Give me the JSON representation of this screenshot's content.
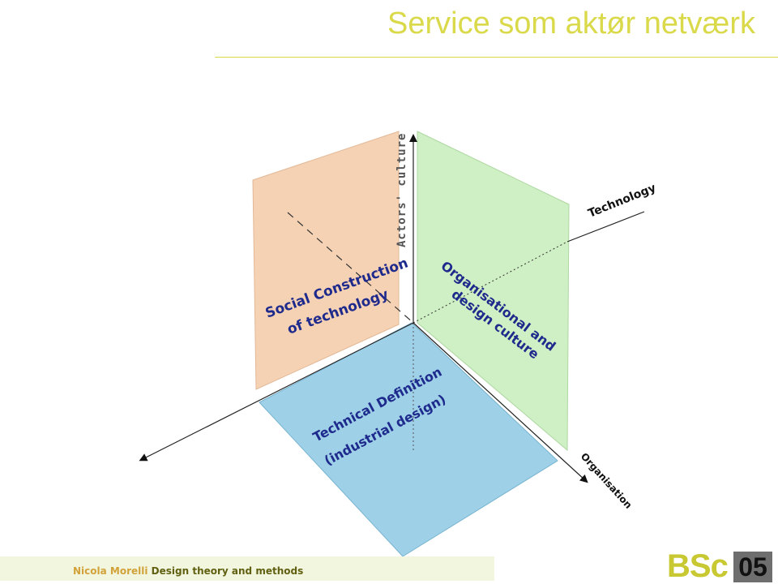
{
  "slide": {
    "title": "Service som aktør netværk"
  },
  "diagram": {
    "axes": {
      "technology": "Technology",
      "organisation": "Organisation",
      "actors_culture": "Actors' culture"
    },
    "planes": {
      "social_line1": "Social Construction",
      "social_line2": "of technology",
      "org_line1": "Organisational and",
      "org_line2": "design culture",
      "tech_line1": "Technical Definition",
      "tech_line2": "(industrial design)"
    },
    "colors": {
      "social_plane": "#f6d2b4",
      "org_plane": "#cfefc4",
      "tech_plane": "#9ed0e8"
    }
  },
  "footer": {
    "author": "Nicola Morelli",
    "course": "Design theory and methods",
    "badge_text": "BSc",
    "badge_number": "05"
  },
  "colors": {
    "title": "#d9d94a"
  }
}
